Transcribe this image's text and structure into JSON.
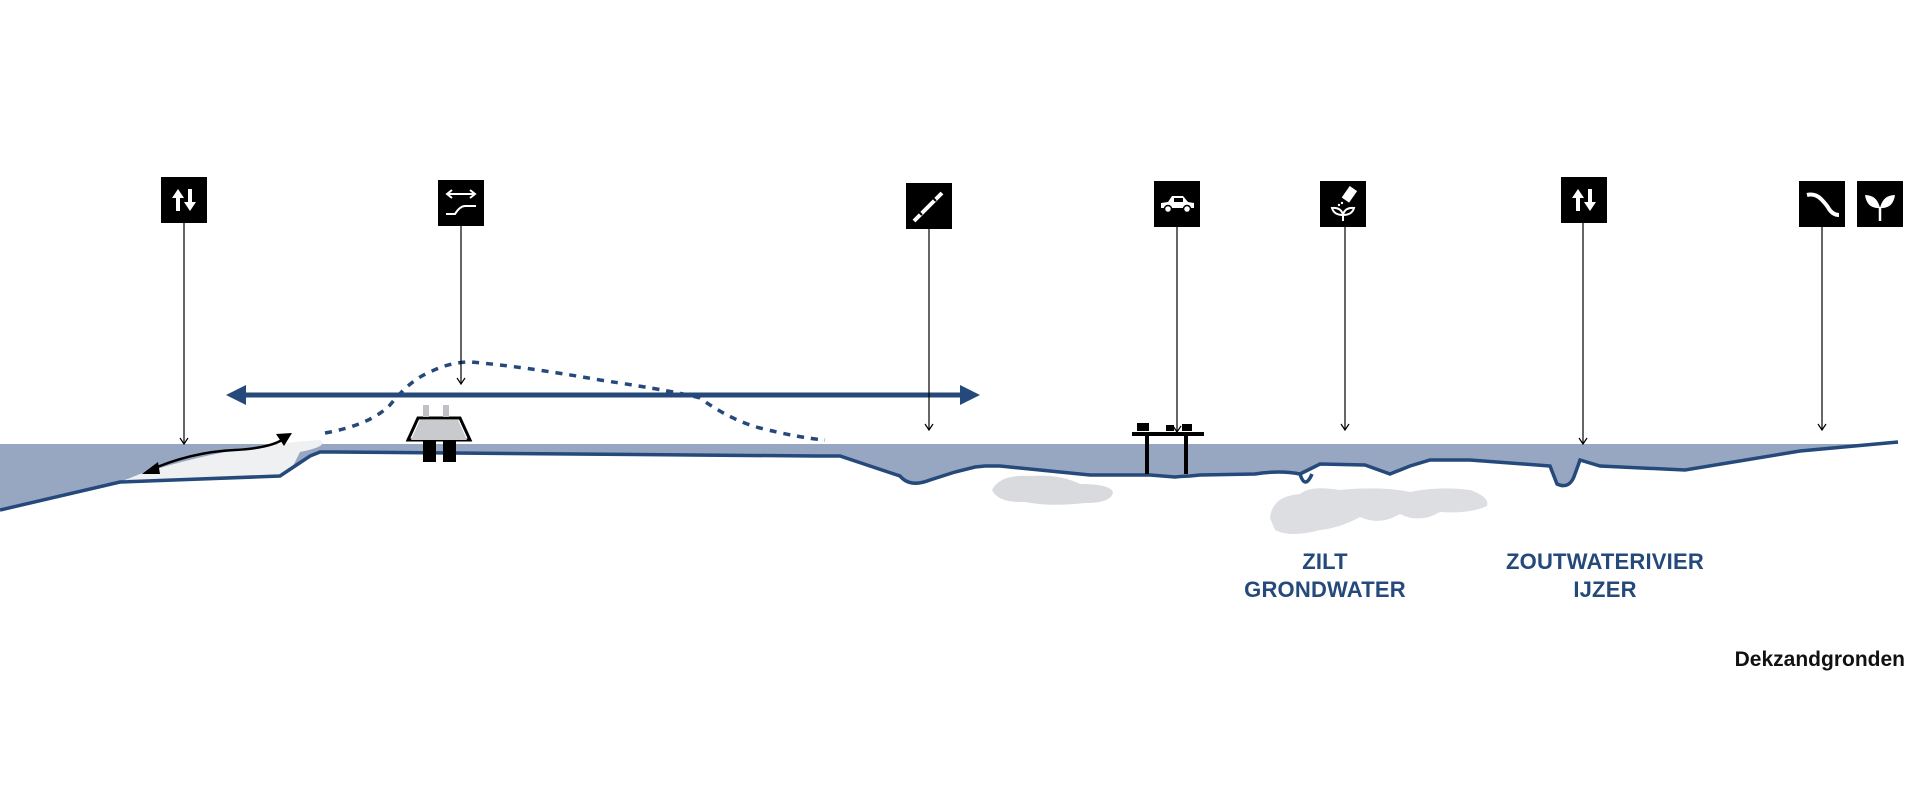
{
  "labels": {
    "zilt_line1": "ZILT",
    "zilt_line2": "GRONDWATER",
    "ijzer_line1": "ZOUTWATERIVIER",
    "ijzer_line2": "IJZER",
    "dekzand": "Dekzandgronden"
  },
  "icons": [
    {
      "name": "up-down-arrows-icon"
    },
    {
      "name": "swap-dike-icon"
    },
    {
      "name": "pipe-icon"
    },
    {
      "name": "car-icon"
    },
    {
      "name": "salt-plant-icon"
    },
    {
      "name": "up-down-arrows-icon"
    },
    {
      "name": "river-icon"
    },
    {
      "name": "plant-icon"
    }
  ],
  "colors": {
    "water_fill": "#97a7c2",
    "water_line": "#24497a",
    "arrow_blue": "#24497a",
    "cloud_grey": "#d5d8dc",
    "icon_bg": "#000000"
  }
}
